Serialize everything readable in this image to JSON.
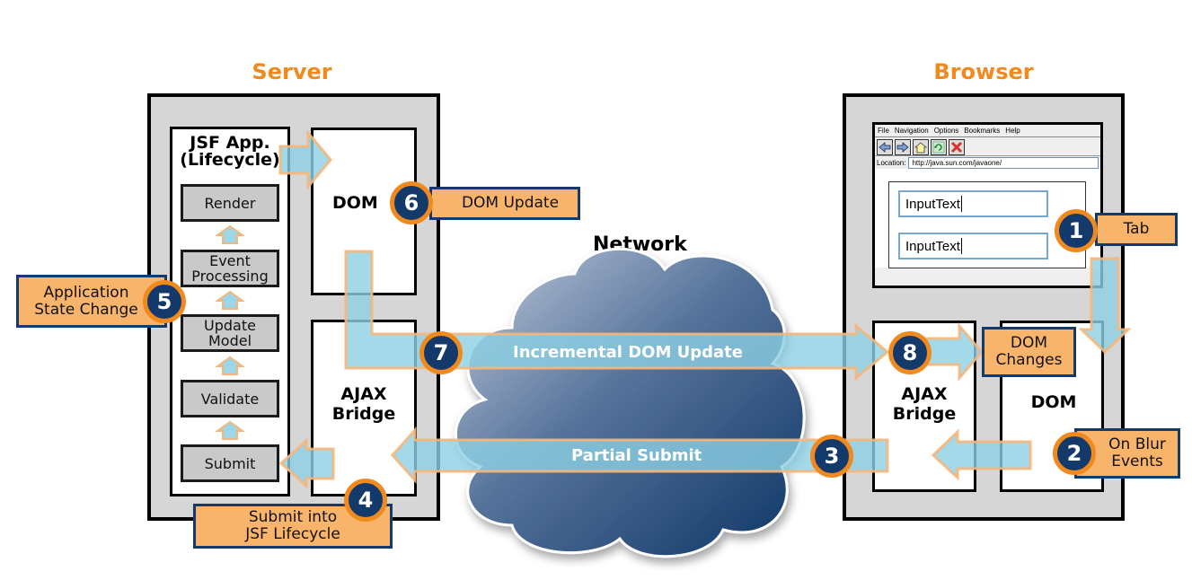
{
  "sections": {
    "server_title": "Server",
    "browser_title": "Browser",
    "network_title": "Network"
  },
  "server": {
    "jsf_app_label": "JSF App.\n(Lifecycle)",
    "jsf_app_line1": "JSF App.",
    "jsf_app_line2": "(Lifecycle)",
    "lifecycle_stages": [
      {
        "line1": "Render",
        "line2": ""
      },
      {
        "line1": "Event",
        "line2": "Processing"
      },
      {
        "line1": "Update",
        "line2": "Model"
      },
      {
        "line1": "Validate",
        "line2": ""
      },
      {
        "line1": "Submit",
        "line2": ""
      }
    ],
    "dom_label": "DOM",
    "ajax_bridge_line1": "AJAX",
    "ajax_bridge_line2": "Bridge"
  },
  "browser": {
    "menu": [
      "File",
      "Navigation",
      "Options",
      "Bookmarks",
      "Help"
    ],
    "toolbar_icons": [
      "back-arrow-icon",
      "forward-arrow-icon",
      "home-icon",
      "reload-icon",
      "stop-icon"
    ],
    "location_label": "Location:",
    "location_value": "http://java.sun.com/javaone/",
    "inputs": [
      "InputText",
      "InputText"
    ],
    "ajax_bridge_line1": "AJAX",
    "ajax_bridge_line2": "Bridge",
    "dom_label": "DOM"
  },
  "steps": [
    {
      "num": "1",
      "line1": "Tab",
      "line2": ""
    },
    {
      "num": "2",
      "line1": "On Blur",
      "line2": "Events"
    },
    {
      "num": "3",
      "line1": "Partial Submit",
      "line2": ""
    },
    {
      "num": "4",
      "line1": "Submit into",
      "line2": "JSF Lifecycle"
    },
    {
      "num": "5",
      "line1": "Application",
      "line2": "State Change"
    },
    {
      "num": "6",
      "line1": "DOM Update",
      "line2": ""
    },
    {
      "num": "7",
      "line1": "Incremental DOM Update",
      "line2": ""
    },
    {
      "num": "8",
      "line1": "DOM",
      "line2": "Changes"
    }
  ],
  "colors": {
    "accent_orange": "#f18a1e",
    "callout_fill": "#f9b46c",
    "badge_navy": "#143a6b",
    "arrow_blue": "#8ccfe3",
    "frame_gray": "#d6d6d6"
  }
}
